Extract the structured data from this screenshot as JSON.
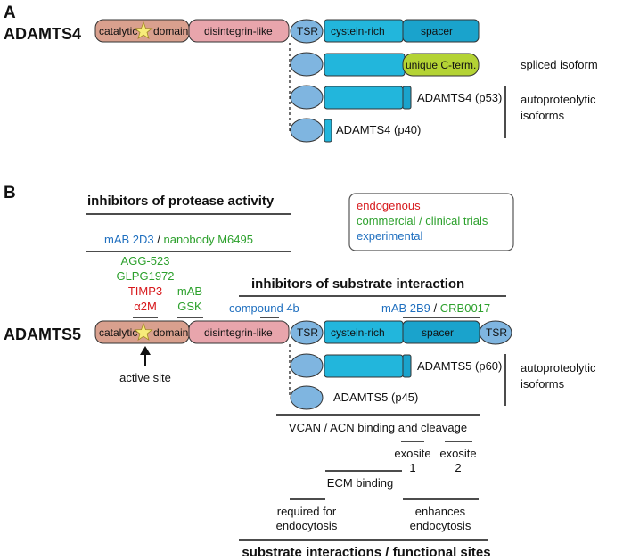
{
  "colors": {
    "catalytic": "#d9a08e",
    "disintegrin": "#e8a5ac",
    "tsr": "#7fb5e0",
    "cysteine": "#22b6dc",
    "spacer": "#1aa3cc",
    "unique": "#b4d334",
    "endogenous": "#d7191c",
    "commercial": "#2ca02c",
    "experimental": "#1f6fbf",
    "line": "#111111"
  },
  "panelA": {
    "letter": "A",
    "protein": "ADAMTS4",
    "domains": {
      "catalytic_left": "catalytic",
      "catalytic_right": "domain",
      "disintegrin": "disintegrin-like",
      "tsr": "TSR",
      "cysteine": "cystein-rich",
      "spacer": "spacer",
      "unique": "unique C-term."
    },
    "spliced_label": "spliced isoform",
    "p53_label": "ADAMTS4 (p53)",
    "p40_label": "ADAMTS4 (p40)",
    "autoproteolytic_1": "autoproteolytic",
    "autoproteolytic_2": "isoforms"
  },
  "panelB": {
    "letter": "B",
    "protein": "ADAMTS5",
    "protease_heading": "inhibitors of protease activity",
    "mab2d3": "mAB 2D3",
    "slash1": " / ",
    "nanobody": "nanobody M6495",
    "legend": {
      "endogenous": "endogenous",
      "commercial": "commercial / clinical trials",
      "experimental": "experimental"
    },
    "inhibitors_left": {
      "agg523": "AGG-523",
      "glpg": "GLPG1972",
      "timp3": "TIMP3",
      "a2m": "α2M"
    },
    "mab_gsk_1": "mAB",
    "mab_gsk_2": "GSK",
    "substrate_heading": "inhibitors of substrate interaction",
    "compound": "compound 4b",
    "mab2b9": "mAB 2B9",
    "slash2": " / ",
    "crb": "CRB0017",
    "domains": {
      "catalytic_left": "catalytic",
      "catalytic_right": "domain",
      "disintegrin": "disintegrin-like",
      "tsr1": "TSR",
      "cysteine": "cystein-rich",
      "spacer": "spacer",
      "tsr2": "TSR"
    },
    "active_site": "active site",
    "p60_label": "ADAMTS5 (p60)",
    "p45_label": "ADAMTS5 (p45)",
    "autoproteolytic_1": "autoproteolytic",
    "autoproteolytic_2": "isoforms",
    "vcan": "VCAN / ACN binding and cleavage",
    "exosite1_a": "exosite",
    "exosite1_b": "1",
    "exosite2_a": "exosite",
    "exosite2_b": "2",
    "ecm": "ECM binding",
    "required_1": "required for",
    "required_2": "endocytosis",
    "enhances_1": "enhances",
    "enhances_2": "endocytosis",
    "bottom_heading": "substrate interactions / functional sites"
  }
}
